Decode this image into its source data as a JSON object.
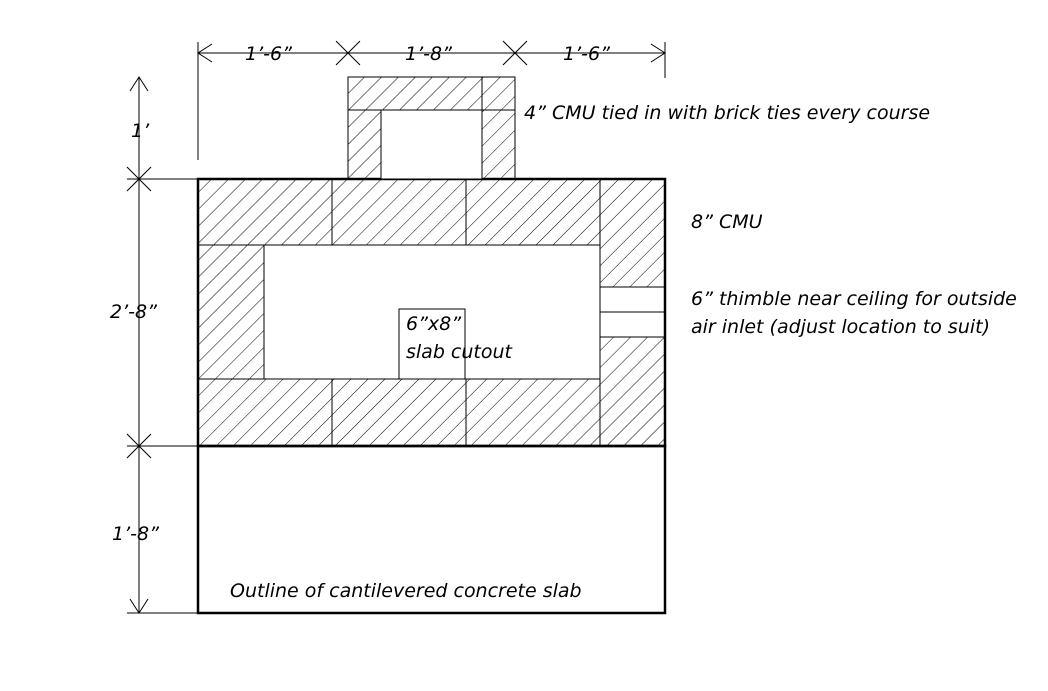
{
  "colors": {
    "background": "#ffffff",
    "line": "#000000"
  },
  "dimensions": {
    "top_left": "1’-6”",
    "top_middle": "1’-8”",
    "top_right": "1’-6”",
    "side_top": "1’",
    "side_middle": "2’-8”",
    "side_bottom": "1’-8”"
  },
  "labels": {
    "cmu_4": "4” CMU tied in with brick ties every course",
    "cmu_8": "8” CMU",
    "thimble_line1": "6” thimble near ceiling for outside",
    "thimble_line2": "air inlet (adjust location to suit)",
    "cutout_line1": "6”x8”",
    "cutout_line2": "slab cutout",
    "slab_outline": "Outline of cantilevered concrete slab"
  }
}
